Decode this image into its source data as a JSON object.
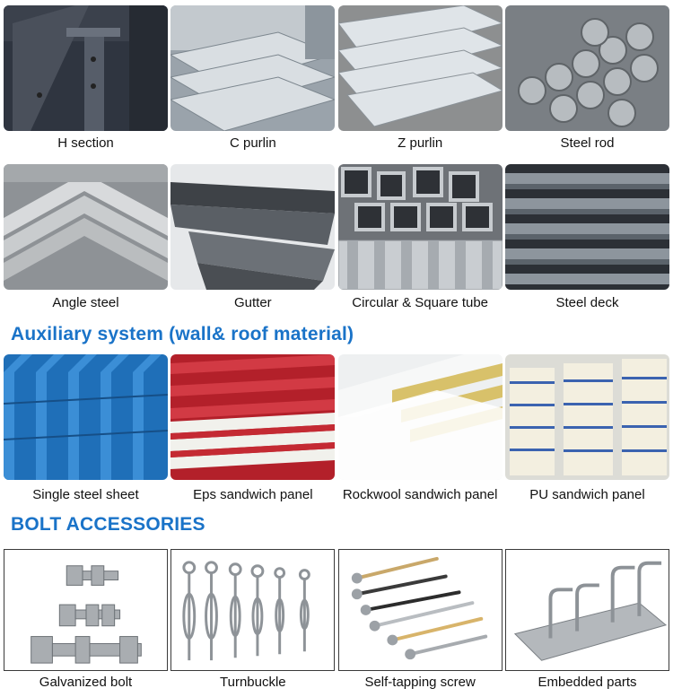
{
  "row1": [
    "H section",
    "C purlin",
    "Z purlin",
    "Steel rod"
  ],
  "row2": [
    "Angle steel",
    "Gutter",
    "Circular & Square tube",
    "Steel deck"
  ],
  "aux_heading": "Auxiliary system (wall& roof material)",
  "row3": [
    "Single steel sheet",
    "Eps sandwich panel",
    "Rockwool sandwich panel",
    "PU sandwich panel"
  ],
  "bolt_heading": "BOLT ACCESSORIES",
  "row4": [
    "Galvanized bolt",
    "Turnbuckle",
    "Self-tapping screw",
    "Embedded parts"
  ]
}
